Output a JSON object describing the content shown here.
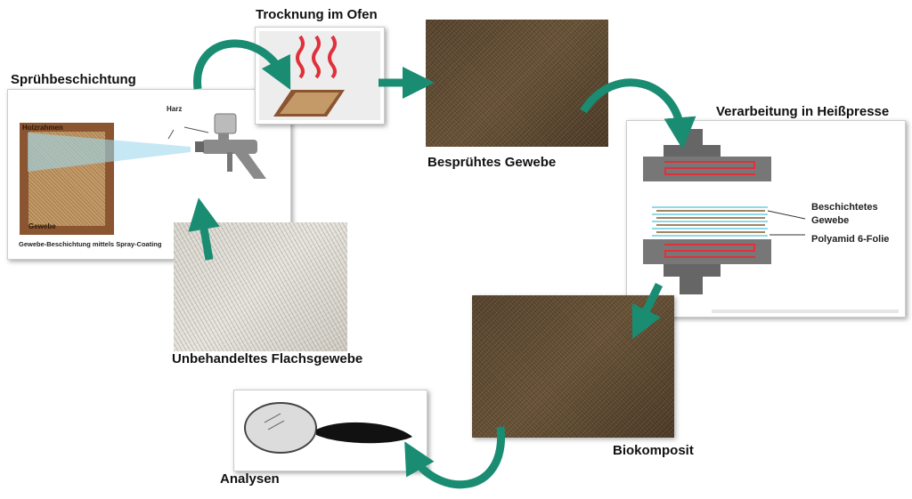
{
  "steps": {
    "spray": {
      "title": "Sprühbeschichtung",
      "frame_label": "Holzrahmen",
      "fabric_label": "Gewebe",
      "resin_label": "Harz",
      "caption": "Gewebe-Beschichtung mittels Spray-Coating"
    },
    "oven": {
      "title": "Trocknung im Ofen"
    },
    "sprayed": {
      "title": "Besprühtes Gewebe"
    },
    "press": {
      "title": "Verarbeitung in Heißpresse",
      "label_fabric": "Beschichtetes Gewebe",
      "label_film": "Polyamid 6-Folie"
    },
    "untreated": {
      "title": "Unbehandeltes Flachsgewebe"
    },
    "composite": {
      "title": "Biokomposit"
    },
    "analysis": {
      "title": "Analysen"
    }
  },
  "colors": {
    "arrow": "#1a8c72",
    "heater": "#e0303a",
    "press": "#7a7a7a",
    "film": "#8fd8ee",
    "frame": "#8a5530"
  }
}
